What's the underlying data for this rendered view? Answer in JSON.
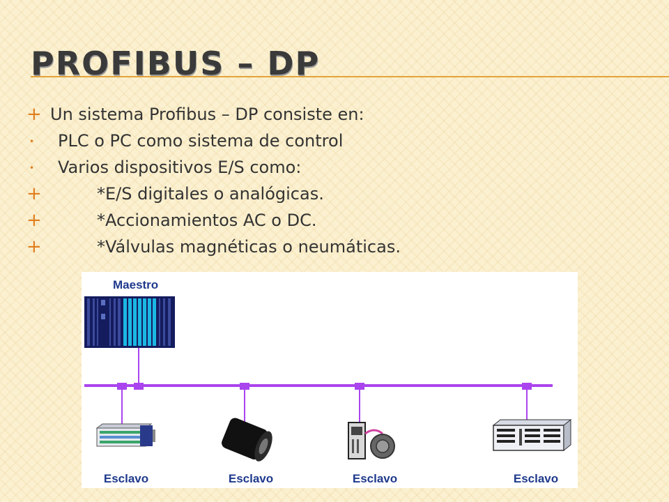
{
  "slide": {
    "title": "PROFIBUS – DP",
    "bullets": [
      {
        "marker": "plus",
        "text": "Un sistema Profibus – DP consiste en:"
      },
      {
        "marker": "dot",
        "text": "PLC o PC como sistema de control"
      },
      {
        "marker": "dot",
        "text": "Varios dispositivos E/S como:"
      },
      {
        "marker": "plus",
        "text": "*E/S digitales o analógicas."
      },
      {
        "marker": "plus",
        "text": "*Accionamientos AC o DC."
      },
      {
        "marker": "plus",
        "text": "*Válvulas magnéticas o neumáticas."
      }
    ]
  },
  "diagram": {
    "master_label": "Maestro",
    "slaves": [
      {
        "label": "Esclavo",
        "device": "io-module-icon"
      },
      {
        "label": "Esclavo",
        "device": "drive-motor-icon"
      },
      {
        "label": "Esclavo",
        "device": "valve-actuator-icon"
      },
      {
        "label": "Esclavo",
        "device": "rack-unit-icon"
      }
    ],
    "colors": {
      "bus": "#aa44ee",
      "label": "#1f3a8c",
      "plc": "#141c5e",
      "plc_highlight": "#1bb8e4"
    }
  }
}
